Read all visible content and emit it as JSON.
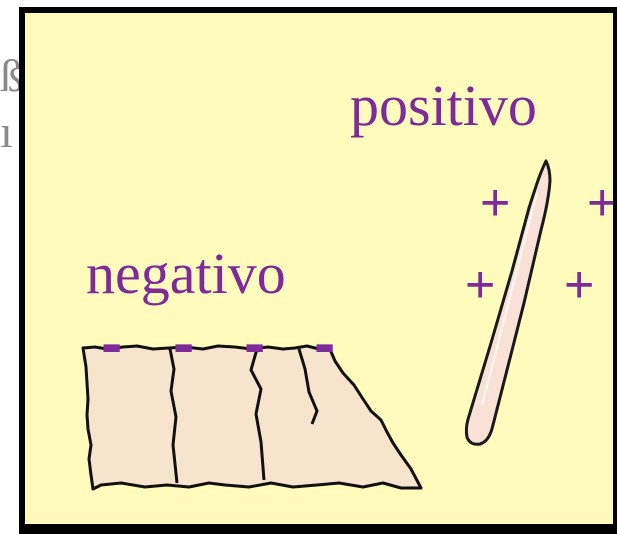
{
  "colors": {
    "background": "#fffbbd",
    "frame": "#000000",
    "text": "#7e2a98",
    "cloth_fill": "#f6e4cc",
    "rod_fill": "#f8e2d8"
  },
  "labels": {
    "positive": "positivo",
    "negative": "negativo"
  },
  "charges": {
    "positive": [
      "+",
      "+",
      "+",
      "+"
    ],
    "negative": [
      "-",
      "-",
      "-",
      "-"
    ]
  },
  "objects": {
    "rod": "glass-rod",
    "cloth": "cloth"
  }
}
